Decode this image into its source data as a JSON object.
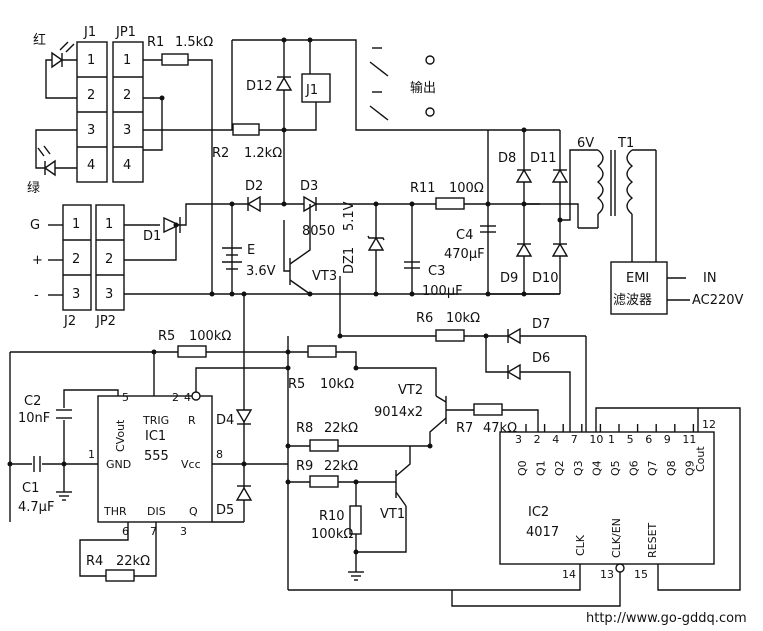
{
  "labels": {
    "red": "红",
    "green": "绿",
    "j1": "J1",
    "jp1": "JP1",
    "j2": "J2",
    "jp2": "JP2",
    "g": "G",
    "plus": "+",
    "minus": "-",
    "r1": "R1",
    "r1v": "1.5kΩ",
    "r2": "R2",
    "r2v": "1.2kΩ",
    "d12": "D12",
    "relay": "J1",
    "output": "输出",
    "d2": "D2",
    "d3": "D3",
    "d1": "D1",
    "e": "E",
    "ev": "3.6V",
    "n8050": "8050",
    "vt3": "VT3",
    "dz1": "DZ1",
    "dz1v": "5.1V",
    "r11": "R11",
    "r11v": "100Ω",
    "c4": "C4",
    "c4v": "470μF",
    "c3": "C3",
    "c3v": "100μF",
    "d8": "D8",
    "d9": "D9",
    "d10": "D10",
    "d11": "D11",
    "v6": "6V",
    "t1": "T1",
    "emi": "EMI",
    "filter": "滤波器",
    "in": "IN",
    "ac": "AC220V",
    "r5": "R5",
    "r5v": "100kΩ",
    "r5b": "R5",
    "r5bv": "10kΩ",
    "r6": "R6",
    "r6v": "10kΩ",
    "d7": "D7",
    "d6": "D6",
    "d4": "D4",
    "d5": "D5",
    "c2": "C2",
    "c2v": "10nF",
    "c1": "C1",
    "c1v": "4.7μF",
    "ic1": "IC1",
    "ic1t": "555",
    "cvout": "CVout",
    "trig": "TRIG",
    "r": "R",
    "gnd": "GND",
    "vcc": "Vcc",
    "thr": "THR",
    "dis": "DIS",
    "q": "Q",
    "r4": "R4",
    "r4v": "22kΩ",
    "vt2": "VT2",
    "vt2v": "9014x2",
    "r7": "R7",
    "r7v": "47kΩ",
    "r8": "R8",
    "r8v": "22kΩ",
    "r9": "R9",
    "r9v": "22kΩ",
    "r10": "R10",
    "r10v": "100kΩ",
    "vt1": "VT1",
    "ic2": "IC2",
    "ic2t": "4017",
    "clk": "CLK",
    "clken": "CLK/EN",
    "reset": "RESET",
    "cout": "Cout",
    "url": "http://www.go-gddq.com"
  },
  "pins": {
    "n1": "1",
    "n2": "2",
    "n3": "3",
    "n4": "4",
    "n5": "5",
    "n6": "6",
    "n7": "7",
    "n8": "8",
    "n10": "10",
    "n9": "9",
    "n11": "11",
    "n12": "12",
    "n13": "13",
    "n14": "14",
    "n15": "15"
  },
  "q_outputs": [
    "Q0",
    "Q1",
    "Q2",
    "Q3",
    "Q4",
    "Q5",
    "Q6",
    "Q7",
    "Q8",
    "Q9"
  ],
  "q_pins": [
    "3",
    "2",
    "4",
    "7",
    "10",
    "1",
    "5",
    "6",
    "9",
    "11"
  ]
}
